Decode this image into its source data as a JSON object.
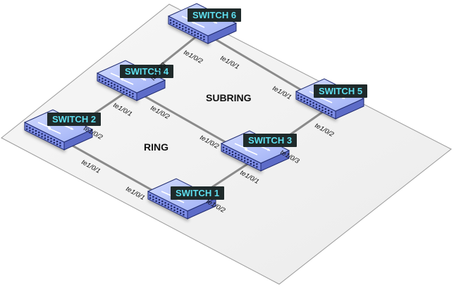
{
  "diagram": {
    "regions": {
      "ring": "RING",
      "subring": "SUBRING"
    },
    "switches": [
      {
        "id": "s1",
        "label": "SWITCH 1"
      },
      {
        "id": "s2",
        "label": "SWITCH 2"
      },
      {
        "id": "s3",
        "label": "SWITCH 3"
      },
      {
        "id": "s4",
        "label": "SWITCH 4"
      },
      {
        "id": "s5",
        "label": "SWITCH 5"
      },
      {
        "id": "s6",
        "label": "SWITCH 6"
      }
    ],
    "links": [
      {
        "from": "s1",
        "from_port": "te1/0/1",
        "to": "s2",
        "to_port": "te1/0/1"
      },
      {
        "from": "s2",
        "from_port": "te1/0/2",
        "to": "s4",
        "to_port": "te1/0/1"
      },
      {
        "from": "s4",
        "from_port": "te1/0/2",
        "to": "s3",
        "to_port": "te1/0/2"
      },
      {
        "from": "s3",
        "from_port": "te1/0/1",
        "to": "s1",
        "to_port": "te1/0/2"
      },
      {
        "from": "s4",
        "from_port": "te1/0/3",
        "to": "s6",
        "to_port": "te1/0/2"
      },
      {
        "from": "s6",
        "from_port": "te1/0/1",
        "to": "s5",
        "to_port": "te1/0/1"
      },
      {
        "from": "s5",
        "from_port": "te1/0/2",
        "to": "s3",
        "to_port": "te1/0/3"
      }
    ],
    "colors": {
      "switch_body": "#7f8fe8",
      "switch_top": "#b8c4ff",
      "switch_edge": "#1f2a6e",
      "label_bg": "#1f2a2a",
      "label_text": "#5fe0f0",
      "cable": "#8a8a8a",
      "plane": "#f4f4f4"
    }
  }
}
